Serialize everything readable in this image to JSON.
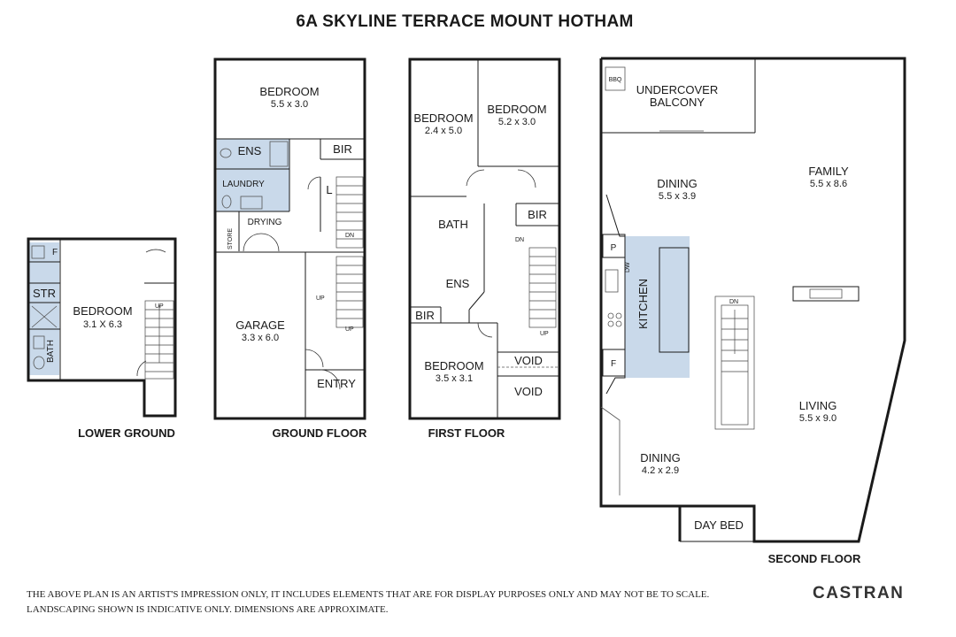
{
  "title": "6A SKYLINE TERRACE MOUNT HOTHAM",
  "disclaimer": {
    "line1": "THE ABOVE PLAN IS AN ARTIST'S IMPRESSION ONLY, IT INCLUDES ELEMENTS THAT ARE FOR DISPLAY PURPOSES ONLY AND MAY NOT BE TO SCALE.",
    "line2": "LANDSCAPING SHOWN IS INDICATIVE ONLY. DIMENSIONS ARE APPROXIMATE."
  },
  "brand": "CASTRAN",
  "floors": {
    "lower_ground": {
      "name": "LOWER GROUND",
      "rooms": {
        "bedroom": {
          "name": "BEDROOM",
          "dims": "3.1 X 6.3"
        },
        "str": "STR",
        "bath": "BATH",
        "f": "F"
      },
      "up": "UP"
    },
    "ground": {
      "name": "GROUND FLOOR",
      "rooms": {
        "bedroom": {
          "name": "BEDROOM",
          "dims": "5.5 x 3.0"
        },
        "ens": "ENS",
        "bir": "BIR",
        "laundry": "LAUNDRY",
        "l": "L",
        "drying": "DRYING",
        "store": "STORE",
        "garage": {
          "name": "GARAGE",
          "dims": "3.3 x 6.0"
        },
        "entry": "ENTRY"
      },
      "dn": "DN",
      "up1": "UP",
      "up2": "UP"
    },
    "first": {
      "name": "FIRST FLOOR",
      "rooms": {
        "bedroom_a": {
          "name": "BEDROOM",
          "dims": "2.4 x 5.0"
        },
        "bedroom_b": {
          "name": "BEDROOM",
          "dims": "5.2 x 3.0"
        },
        "bir_top": "BIR",
        "bath": "BATH",
        "ens": "ENS",
        "bir_left": "BIR",
        "bedroom_c": {
          "name": "BEDROOM",
          "dims": "3.5 x 3.1"
        },
        "void1": "VOID",
        "void2": "VOID"
      },
      "dn": "DN",
      "up": "UP"
    },
    "second": {
      "name": "SECOND FLOOR",
      "rooms": {
        "bbq": "BBQ",
        "balcony_line1": "UNDERCOVER",
        "balcony_line2": "BALCONY",
        "dining_top": {
          "name": "DINING",
          "dims": "5.5 x 3.9"
        },
        "family": {
          "name": "FAMILY",
          "dims": "5.5 x 8.6"
        },
        "p": "P",
        "dw": "DW",
        "kitchen": "KITCHEN",
        "f": "F",
        "living": {
          "name": "LIVING",
          "dims": "5.5 x 9.0"
        },
        "dining_bottom": {
          "name": "DINING",
          "dims": "4.2 x 2.9"
        },
        "day_bed": "DAY BED"
      },
      "dn": "DN"
    }
  },
  "colors": {
    "wet_area": "#c9d9ea",
    "walls": "#1a1a1a"
  }
}
